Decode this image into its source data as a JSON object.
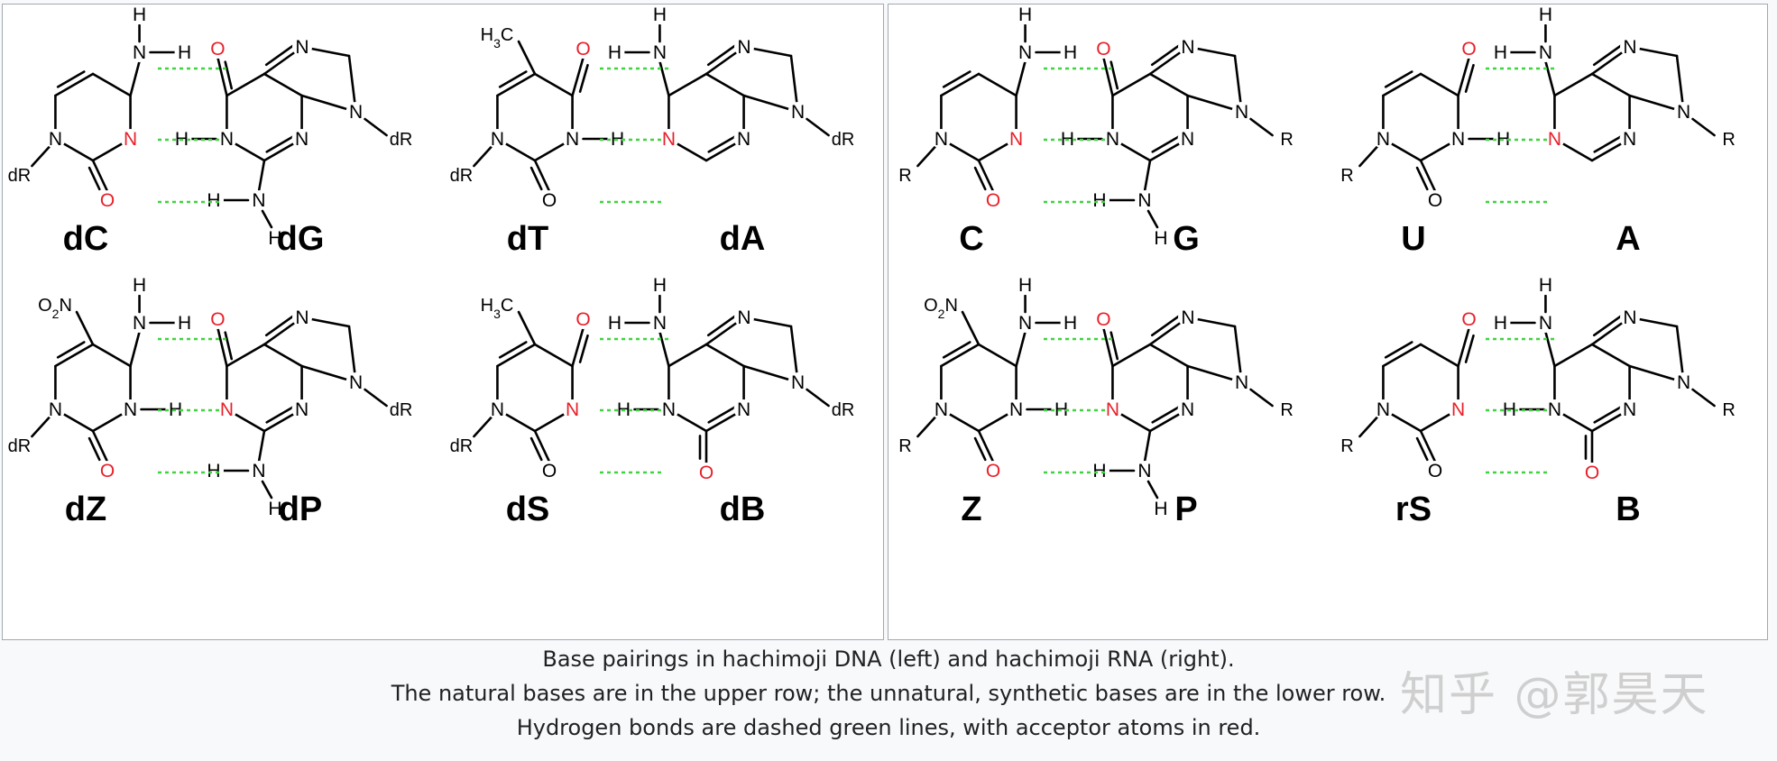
{
  "panels": [
    {
      "id": "dna",
      "pairs": [
        {
          "left": {
            "label": "dC",
            "type": "C",
            "sub": [
              "dR"
            ]
          },
          "right": {
            "label": "dG",
            "type": "G",
            "sub": [
              "dR"
            ]
          }
        },
        {
          "left": {
            "label": "dT",
            "type": "T",
            "sub": [
              "dR",
              "H3C"
            ]
          },
          "right": {
            "label": "dA",
            "type": "A",
            "sub": [
              "dR"
            ]
          }
        },
        {
          "left": {
            "label": "dZ",
            "type": "Z",
            "sub": [
              "dR",
              "O2N"
            ]
          },
          "right": {
            "label": "dP",
            "type": "P",
            "sub": [
              "dR"
            ]
          }
        },
        {
          "left": {
            "label": "dS",
            "type": "S",
            "sub": [
              "dR",
              "H3C"
            ]
          },
          "right": {
            "label": "dB",
            "type": "B",
            "sub": [
              "dR"
            ]
          }
        }
      ]
    },
    {
      "id": "rna",
      "pairs": [
        {
          "left": {
            "label": "C",
            "type": "C",
            "sub": [
              "R"
            ]
          },
          "right": {
            "label": "G",
            "type": "G",
            "sub": [
              "R"
            ]
          }
        },
        {
          "left": {
            "label": "U",
            "type": "U",
            "sub": [
              "R"
            ]
          },
          "right": {
            "label": "A",
            "type": "A",
            "sub": [
              "R"
            ]
          }
        },
        {
          "left": {
            "label": "Z",
            "type": "Z",
            "sub": [
              "R",
              "O2N"
            ]
          },
          "right": {
            "label": "P",
            "type": "P",
            "sub": [
              "R"
            ]
          }
        },
        {
          "left": {
            "label": "rS",
            "type": "rS",
            "sub": [
              "R"
            ]
          },
          "right": {
            "label": "B",
            "type": "B",
            "sub": [
              "R"
            ]
          }
        }
      ]
    }
  ],
  "atoms": {
    "H": "H",
    "N": "N",
    "O": "O"
  },
  "colors": {
    "bond": "#000000",
    "acceptor": "#e8202a",
    "hbond": "#3fd43f",
    "panel_border": "#a2a9b1",
    "caption_bg": "#f8f9fa"
  },
  "caption": {
    "line1": "Base pairings in hachimoji DNA (left) and hachimoji RNA (right).",
    "line2": "The natural bases are in the upper row; the unnatural, synthetic bases are in the lower row.",
    "line3": "Hydrogen bonds are dashed green lines, with acceptor atoms in red."
  },
  "watermark": "知乎 @郭昊天"
}
